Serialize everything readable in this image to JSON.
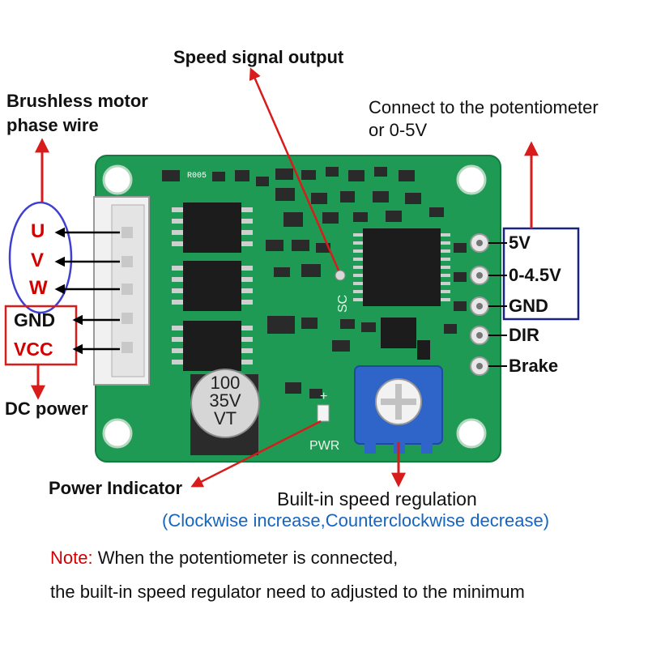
{
  "labels": {
    "speed_signal": "Speed signal output",
    "phase_wire_line1": "Brushless motor",
    "phase_wire_line2": "phase wire",
    "pot_line1": "Connect to the potentiometer",
    "pot_line2": "or 0-5V",
    "dc_power": "DC power",
    "power_indicator": "Power Indicator",
    "speed_reg": "Built-in speed regulation",
    "speed_reg_sub": "(Clockwise increase,Counterclockwise decrease)",
    "note_prefix": "Note:",
    "note_line1": " When the potentiometer is connected,",
    "note_line2": "the built-in speed regulator need to adjusted to the minimum"
  },
  "left_pins": {
    "phases": [
      "U",
      "V",
      "W"
    ],
    "gnd": "GND",
    "vcc": "VCC"
  },
  "right_pins": [
    "5V",
    "0-4.5V",
    "GND",
    "DIR",
    "Brake"
  ],
  "board_markings": {
    "capacitor_line1": "100",
    "capacitor_line2": "35V",
    "capacitor_line3": "VT",
    "pwr": "PWR",
    "sc": "SC",
    "resistor": "R005",
    "plus": "+"
  },
  "colors": {
    "board": "#1f9a55",
    "arrow_red": "#d81b1b",
    "phase_red": "#d40000",
    "box_blue": "#1a237e",
    "ellipse_blue": "#3f3fd0",
    "subtitle_blue": "#1565c0",
    "pot_blue": "#2f64c8"
  }
}
